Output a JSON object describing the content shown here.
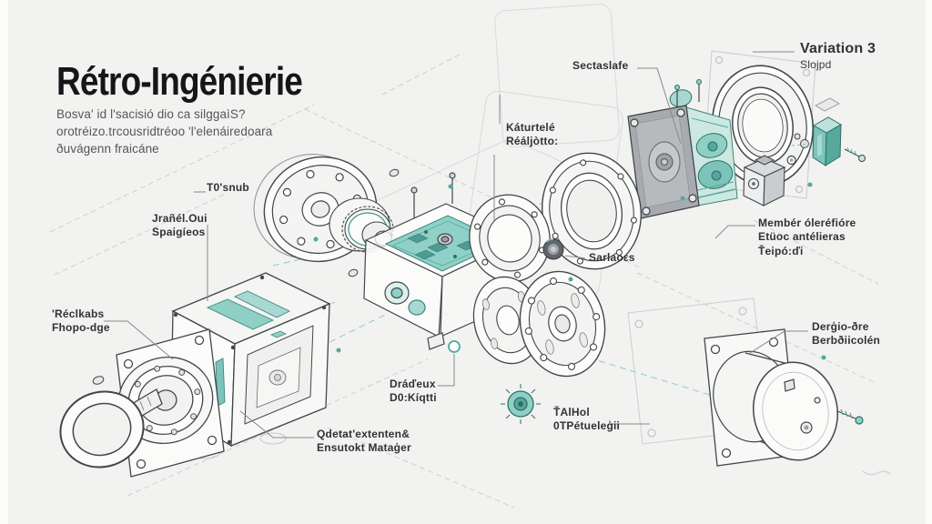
{
  "header": {
    "title": "Rétro-Ingénierie",
    "intro_line1": "Bosva' id l'sacisió dio ca silggaìS?",
    "intro_line2": "orotréizo.trcousridtréoo 'l'elenáiredoara",
    "intro_line3": "ðuvágenn fraicáne"
  },
  "labels": {
    "tosnub": {
      "text": "T0'snub"
    },
    "jranel": {
      "line1": "Jrañél.Oui",
      "line2": "Spaigíeos"
    },
    "reclkabs": {
      "line1": "'Réclkabs",
      "line2": "Fhopo-dge"
    },
    "sectaslafe": {
      "text": "Sectaslafe"
    },
    "variation": {
      "line1": "Variation 3",
      "line2": "Slojpd"
    },
    "faturtele": {
      "line1": "Káturtelé",
      "line2": "Réáljòtto:"
    },
    "sarlaoes": {
      "text": "Sarlaoεs"
    },
    "member": {
      "line1": "Membér óleréfióre",
      "line2": "Etüoc antélieras",
      "line3": "Ťeipó:ďi"
    },
    "dergio": {
      "line1": "Derģio-ðre",
      "line2": "Berbðiicolén"
    },
    "dradeux": {
      "line1": "Dráďeux",
      "line2": "D0:Kíqtti"
    },
    "odetat": {
      "line1": "Qdetat'extenten&",
      "line2": "Ensutokt Mataģer"
    },
    "talhol": {
      "line1": "ŤAlHol",
      "line2": "0TPétueleģii"
    }
  },
  "colors": {
    "background": "#f2f2f0",
    "line_dark": "#42474b",
    "line_ghost": "#cdd0d2",
    "accent_teal": "#54a89d",
    "accent_teal_light": "#8fd0c6",
    "plate_gray": "#a7abaf",
    "label_text": "#2f3336"
  }
}
